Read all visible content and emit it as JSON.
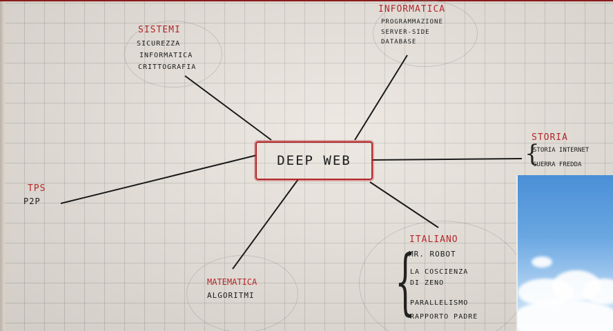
{
  "center": {
    "label": "DEEP WEB"
  },
  "nodes": {
    "sistemi": {
      "title": "SISTEMI",
      "items": [
        "SICUREZZA",
        "INFORMATICA",
        "CRITTOGRAFIA"
      ]
    },
    "informatica": {
      "title": "INFORMATICA",
      "items": [
        "PROGRAMMAZIONE",
        "SERVER-SIDE",
        "DATABASE"
      ]
    },
    "storia": {
      "title": "STORIA",
      "items": [
        "STORIA INTERNET",
        "GUERRA FREDDA"
      ]
    },
    "tps": {
      "title": "TPS",
      "items": [
        "P2P"
      ]
    },
    "matematica": {
      "title": "MATEMATICA",
      "items": [
        "ALGORITMI"
      ]
    },
    "italiano": {
      "title": "ITALIANO",
      "items": [
        "MR. ROBOT",
        "LA COSCIENZA",
        "DI ZENO",
        "PARALLELISMO",
        "RAPPORTO PADRE"
      ]
    }
  },
  "colors": {
    "title_red": "#b3262a",
    "ink": "#1a1a1a",
    "paper": "#e9e4dc"
  }
}
